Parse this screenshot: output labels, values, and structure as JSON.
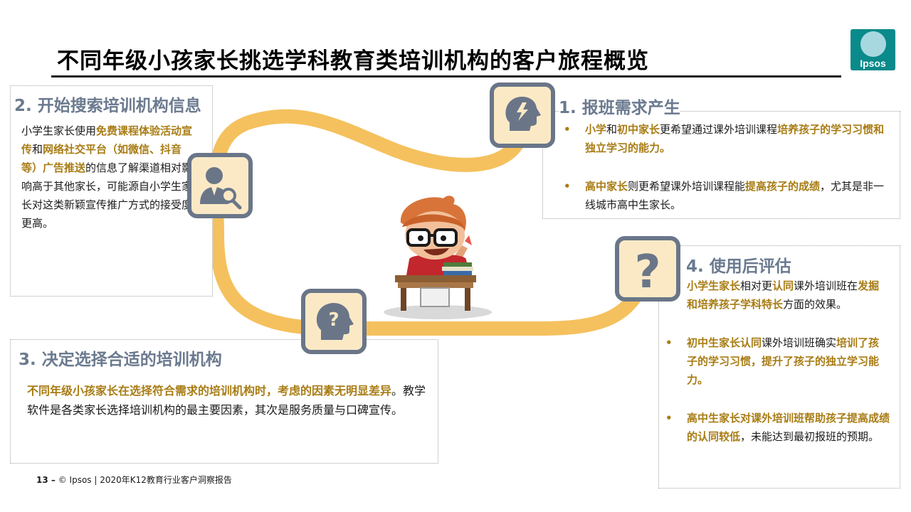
{
  "page": {
    "title": "不同年级小孩家长挑选学科教育类培训机构的客户旅程概览"
  },
  "logo": {
    "text": "Ipsos",
    "colors": {
      "bg": "#0a8a8a",
      "ring": "#a7d8e0"
    }
  },
  "colors": {
    "accent_gold": "#a87c14",
    "heading_gray": "#6b7a8f",
    "path_yellow": "#f5c15e",
    "frame_gray": "#6a7688",
    "frame_fill": "#fbe9c6"
  },
  "section2": {
    "heading": "2. 开始搜索培训机构信息",
    "icon": "user-search-icon",
    "runs": [
      {
        "t": "小学生家长使用",
        "g": false
      },
      {
        "t": "免费课程体验活动宣传",
        "g": true
      },
      {
        "t": "和",
        "g": false
      },
      {
        "t": "网络社交平台（如微信、抖音等）广告推送",
        "g": true
      },
      {
        "t": "的信息了解渠道相对影响高于其他家长，可能源自小学生家长对这类新颖宣传推广方式的接受度更高。",
        "g": false
      }
    ]
  },
  "section1": {
    "heading": "1. 报班需求产生",
    "icon": "brain-lightning-icon",
    "bullets": [
      {
        "dot": "•",
        "runs": [
          {
            "t": "小学",
            "g": true
          },
          {
            "t": "和",
            "g": false
          },
          {
            "t": "初中家长",
            "g": true
          },
          {
            "t": "更希望通过课外培训课程",
            "g": false
          },
          {
            "t": "培养孩子的学习习惯和独立学习的能力。",
            "g": true
          }
        ]
      },
      {
        "dot": "•",
        "runs": [
          {
            "t": "高中家长",
            "g": true
          },
          {
            "t": "则更希望课外培训课程能",
            "g": false
          },
          {
            "t": "提高孩子的成绩",
            "g": true
          },
          {
            "t": "，尤其是非一线城市高中生家长。",
            "g": false
          }
        ]
      }
    ]
  },
  "section3": {
    "heading": "3. 决定选择合适的培训机构",
    "icon": "head-question-icon",
    "runs": [
      {
        "t": "不同年级小孩家长在选择符合需求的培训机构时，考虑的因素无明显差异",
        "g": true
      },
      {
        "t": "。教学软件是各类家长选择培训机构的最主要因素，其次是服务质量与口碑宣传。",
        "g": false
      }
    ]
  },
  "section4": {
    "heading": "4. 使用后评估",
    "icon": "question-mark-icon",
    "bullets": [
      {
        "dot": "•",
        "runs": [
          {
            "t": "小学生家长",
            "g": true
          },
          {
            "t": "相对更",
            "g": false
          },
          {
            "t": "认同",
            "g": true
          },
          {
            "t": "课外培训班在",
            "g": false
          },
          {
            "t": "发掘和培养孩子学科特长",
            "g": true
          },
          {
            "t": "方面的效果。",
            "g": false
          }
        ]
      },
      {
        "dot": "•",
        "runs": [
          {
            "t": "初中生家长认同",
            "g": true
          },
          {
            "t": "课外培训班确实",
            "g": false
          },
          {
            "t": "培训了孩子的学习习惯，提升了孩子的独立学习能力。",
            "g": true
          }
        ]
      },
      {
        "dot": "•",
        "runs": [
          {
            "t": "高中生家长对课外培训班帮助孩子提高成绩的认同较低",
            "g": true
          },
          {
            "t": "，未能达到最初报班的预期。",
            "g": false
          }
        ]
      }
    ]
  },
  "illustration": {
    "icon": "student-at-desk-icon"
  },
  "footer": {
    "page_number": "13 –",
    "text": "© Ipsos | 2020年K12教育行业客户洞察报告"
  }
}
